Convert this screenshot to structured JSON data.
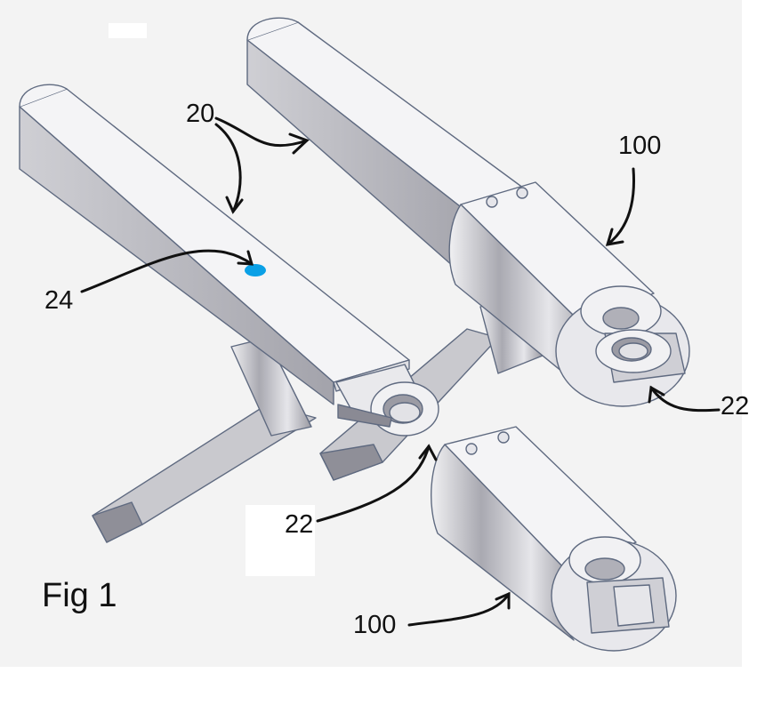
{
  "figure": {
    "caption": "Fig 1"
  },
  "labels": {
    "handle_upper": "20",
    "assembly_top": "100",
    "marker": "24",
    "eyelet_right": "22",
    "eyelet_left": "22",
    "assembly_bottom": "100"
  },
  "colors": {
    "background": "#f3f3f3",
    "part_top": "#f4f4f6",
    "part_side_dark": "#8e8e98",
    "part_side_light": "#dadade",
    "edge": "#5f6a80",
    "marker_dot": "#0aa0e6",
    "arrow": "#111111"
  }
}
